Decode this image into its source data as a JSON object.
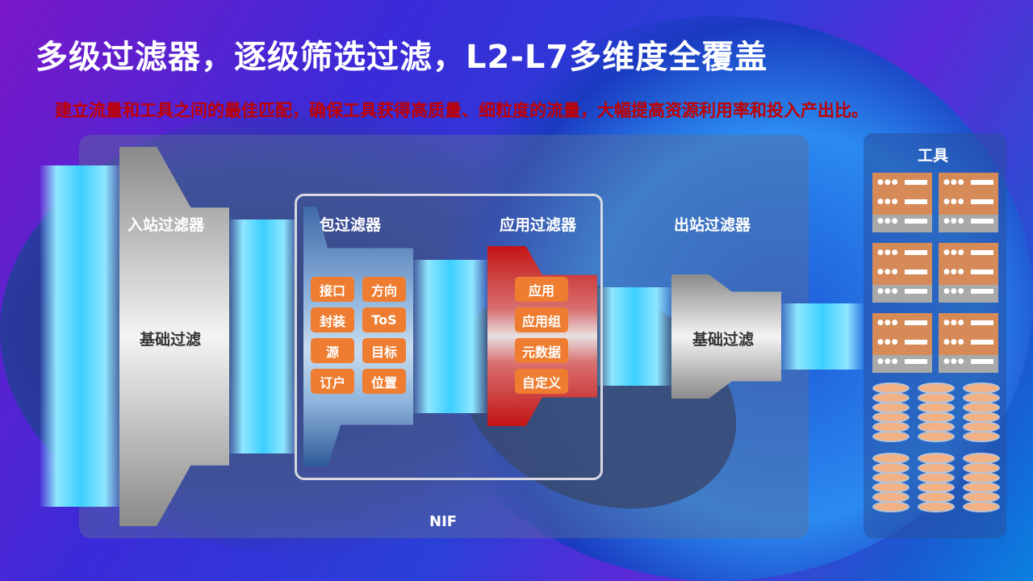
{
  "title": "多级过滤器，逐级筛选过滤，L2-L7多维度全覆盖",
  "subtitle": "建立流量和工具之间的最佳匹配，确保工具获得高质量、细粒度的流量，大幅提高资源利用率和投入产出比。",
  "nif_label": "NIF",
  "inbound": {
    "title": "入站过滤器",
    "body": "基础过滤"
  },
  "packet": {
    "title": "包过滤器",
    "chips": [
      "接口",
      "方向",
      "封装",
      "ToS",
      "源",
      "目标",
      "订户",
      "位置"
    ]
  },
  "application": {
    "title": "应用过滤器",
    "chips": [
      "应用",
      "应用组",
      "元数据",
      "自定义"
    ]
  },
  "outbound": {
    "title": "出站过滤器",
    "body": "基础过滤"
  },
  "tools": {
    "title": "工具",
    "server_count": 6,
    "storage_count": 6
  },
  "colors": {
    "chip": "#ee7d31",
    "subtitle": "#c00000"
  }
}
